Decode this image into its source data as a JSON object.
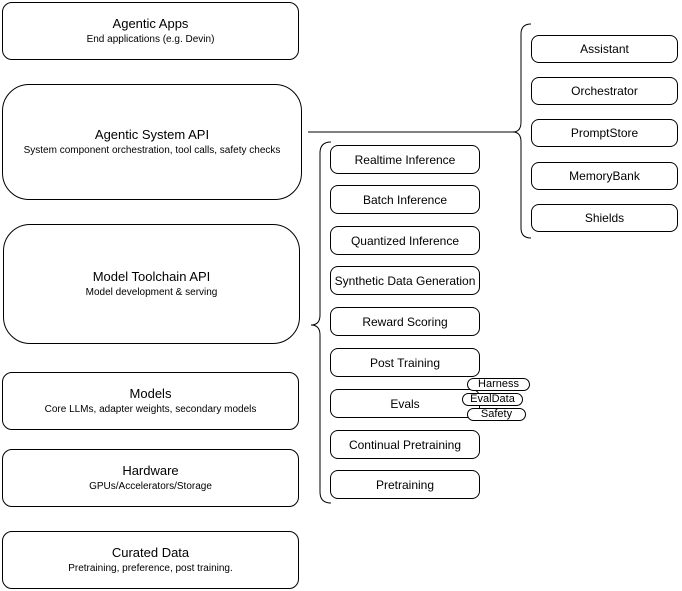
{
  "diagram": {
    "colors": {
      "stroke": "#000000",
      "fill": "#ffffff",
      "text": "#000000"
    },
    "left_column": [
      {
        "title": "Agentic Apps",
        "subtitle": "End applications (e.g. Devin)"
      },
      {
        "title": "Agentic System API",
        "subtitle": "System component orchestration, tool calls, safety checks"
      },
      {
        "title": "Model Toolchain API",
        "subtitle": "Model development & serving"
      },
      {
        "title": "Models",
        "subtitle": "Core LLMs, adapter weights, secondary models"
      },
      {
        "title": "Hardware",
        "subtitle": "GPUs/Accelerators/Storage"
      },
      {
        "title": "Curated Data",
        "subtitle": "Pretraining, preference, post training."
      }
    ],
    "toolchain_items": [
      {
        "label": "Realtime Inference"
      },
      {
        "label": "Batch Inference"
      },
      {
        "label": "Quantized Inference"
      },
      {
        "label": "Synthetic Data Generation"
      },
      {
        "label": "Reward Scoring"
      },
      {
        "label": "Post Training"
      },
      {
        "label": "Evals"
      },
      {
        "label": "Continual Pretraining"
      },
      {
        "label": "Pretraining"
      }
    ],
    "evals_pills": [
      {
        "label": "Harness"
      },
      {
        "label": "EvalData"
      },
      {
        "label": "Safety"
      }
    ],
    "system_components": [
      {
        "label": "Assistant"
      },
      {
        "label": "Orchestrator"
      },
      {
        "label": "PromptStore"
      },
      {
        "label": "MemoryBank"
      },
      {
        "label": "Shields"
      }
    ]
  }
}
